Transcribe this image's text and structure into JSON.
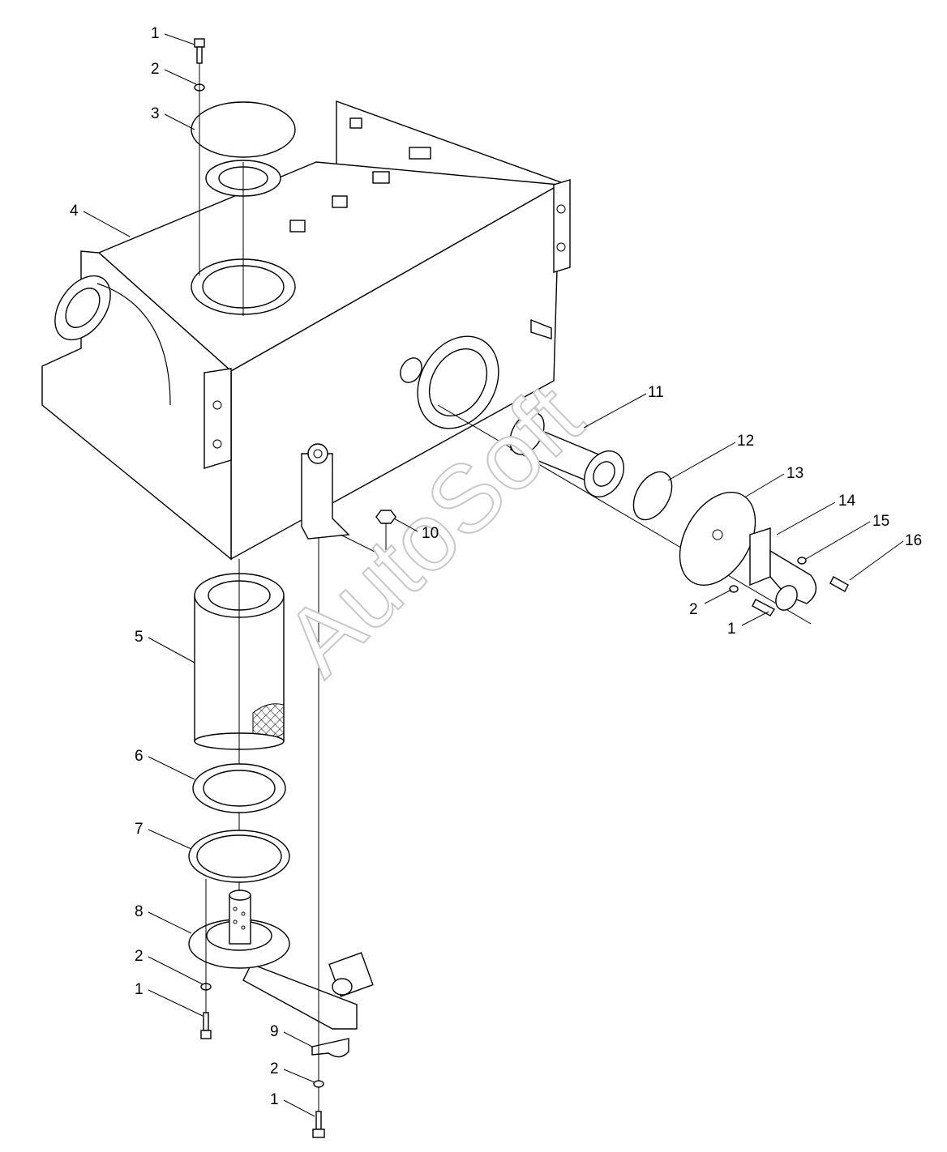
{
  "watermark": "AutoSoft",
  "callouts": [
    "1",
    "2",
    "3",
    "4",
    "5",
    "6",
    "7",
    "8",
    "2",
    "1",
    "9",
    "2",
    "1",
    "10",
    "11",
    "12",
    "13",
    "14",
    "15",
    "16",
    "2",
    "1"
  ]
}
